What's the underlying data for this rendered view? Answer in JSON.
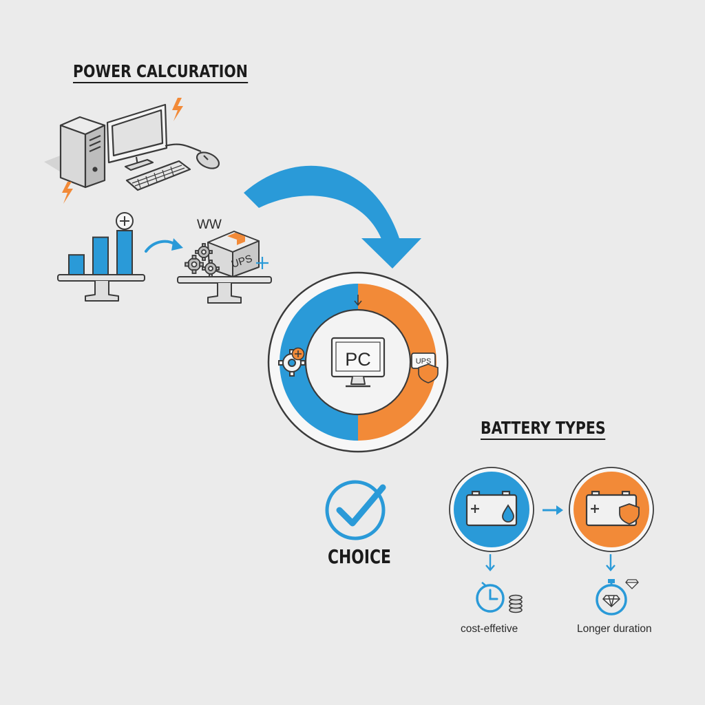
{
  "headings": {
    "power_calculation": "POWER CALCURATION",
    "battery_types": "BATTERY TYPES",
    "choice": "CHOICE"
  },
  "labels": {
    "ww": "WW",
    "ups_box": "UPS",
    "pc": "PC",
    "ups_badge": "UPS"
  },
  "battery_captions": {
    "cost": "cost-effetive",
    "longer": "Longer duration"
  },
  "bar_chart_heights": [
    0.45,
    0.85,
    1.0
  ],
  "colors": {
    "background": "#ebebeb",
    "blue": "#2a9ad8",
    "orange": "#f28a38",
    "outline": "#3a3a3a",
    "gray_fill": "#cfcfcf"
  },
  "icons": {
    "computer": "desktop-computer-icon",
    "lightning": "lightning-bolt-icon",
    "bar_chart": "bar-chart-icon",
    "box": "ups-box-icon",
    "gears": "gears-icon",
    "monitor": "monitor-icon",
    "shield": "shield-icon",
    "check": "checkmark-icon",
    "battery": "battery-icon",
    "stopwatch": "stopwatch-icon",
    "coins": "coin-stack-icon",
    "diamond": "diamond-icon"
  }
}
